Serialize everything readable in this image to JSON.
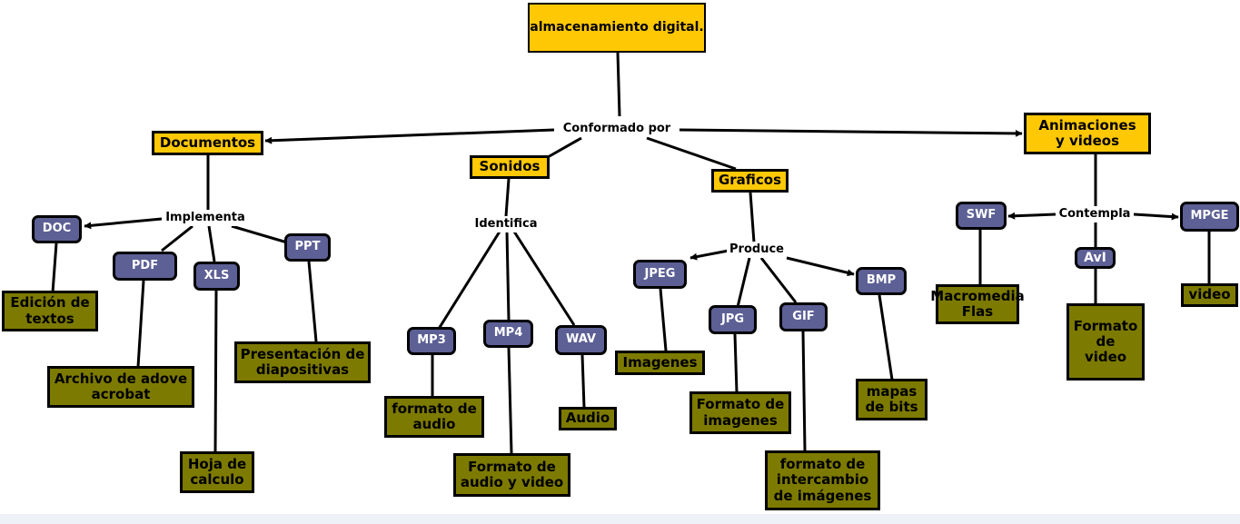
{
  "diagram": {
    "title": "almacenamiento digital.",
    "linking_phrases": {
      "conformado": "Conformado por",
      "implementa": "Implementa",
      "identifica": "Identifica",
      "produce": "Produce",
      "contempla": "Contempla"
    },
    "categories": {
      "documentos": "Documentos",
      "sonidos": "Sonidos",
      "graficos": "Graficos",
      "animaciones": "Animaciones y videos"
    },
    "formats": {
      "doc": "DOC",
      "pdf": "PDF",
      "xls": "XLS",
      "ppt": "PPT",
      "mp3": "MP3",
      "mp4": "MP4",
      "wav": "WAV",
      "jpeg": "JPEG",
      "jpg": "JPG",
      "gif": "GIF",
      "bmp": "BMP",
      "swf": "SWF",
      "avi": "AvI",
      "mpge": "MPGE"
    },
    "descriptions": {
      "doc": "Edición de textos",
      "pdf": "Archivo de adove acrobat",
      "xls": "Hoja de calculo",
      "ppt": "Presentación de diapositivas",
      "mp3": "formato de audio",
      "mp4": "Formato de audio y video",
      "wav": "Audio",
      "jpeg": "Imagenes",
      "jpg": "Formato de imagenes",
      "gif": "formato de intercambio de imágenes",
      "bmp": "mapas de bits",
      "swf": "Macromedia Flas",
      "avi": "Formato de video",
      "mpge": "video"
    },
    "colors": {
      "concept_fill": "#ffc805",
      "format_fill": "#5d6095",
      "description_fill": "#7d7a00",
      "border": "#000000",
      "background": "#ffffff"
    }
  }
}
